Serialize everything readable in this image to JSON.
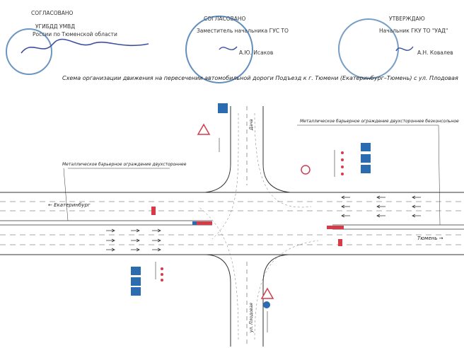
{
  "header": {
    "left": {
      "line1": "СОГЛАСОВАНО",
      "line2": "УГИБДД УМВД",
      "line3": "России по Тюменской области"
    },
    "center": {
      "line1": "СОГЛАСОВАНО",
      "line2": "Заместитель начальника ГУС ТО",
      "name": "А.Ю. Исаков"
    },
    "right": {
      "line1": "УТВЕРЖДАЮ",
      "line2": "Начальник ГКУ ТО \"УАД\"",
      "name": "А.Н. Ковалев"
    }
  },
  "title": "Схема организации движения на пересечении автомобильной дороги Подъезд к г. Тюмени (Екатеринбург–Тюмень) с ул. Плодовая",
  "labels": {
    "barrier_left": "Металлическое барьерное ограждение двухстороннее",
    "barrier_right": "Металлическое барьерное ограждение двухстороннее безконсольное",
    "city_left": "← Екатеринбург",
    "city_right": "Тюмень →",
    "street_top": "Дача",
    "street_bottom": "ул. Плодовая"
  },
  "colors": {
    "stamp": "#2f6aa8",
    "sign_blue": "#2b6cb0",
    "sign_red": "#d63b4a",
    "signature": "#3b4fa0"
  },
  "icons": [
    "round-stamp-icon",
    "signature-icon",
    "yield-sign-icon",
    "lane-sign-icon",
    "no-entry-sign-icon"
  ]
}
